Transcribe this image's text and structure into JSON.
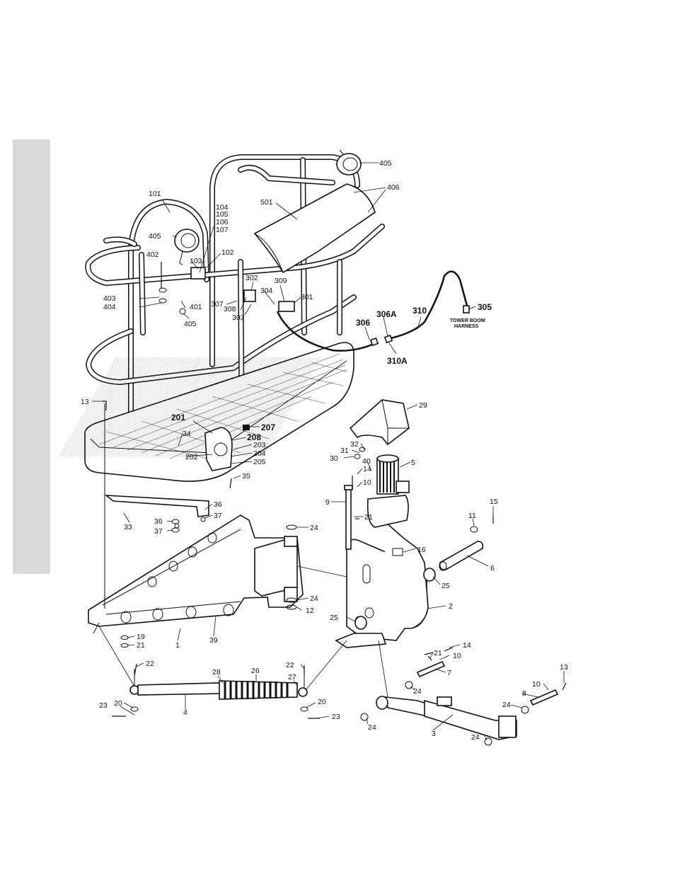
{
  "labels": [
    {
      "id": "405a",
      "text": "405"
    },
    {
      "id": "406",
      "text": "406"
    },
    {
      "id": "101",
      "text": "101"
    },
    {
      "id": "501",
      "text": "501"
    },
    {
      "id": "104",
      "text": "104"
    },
    {
      "id": "105",
      "text": "105"
    },
    {
      "id": "106",
      "text": "106"
    },
    {
      "id": "107",
      "text": "107"
    },
    {
      "id": "405b",
      "text": "405"
    },
    {
      "id": "102",
      "text": "102"
    },
    {
      "id": "402",
      "text": "402"
    },
    {
      "id": "103",
      "text": "103"
    },
    {
      "id": "302",
      "text": "302"
    },
    {
      "id": "309",
      "text": "309"
    },
    {
      "id": "305",
      "text": "305"
    },
    {
      "id": "304",
      "text": "304"
    },
    {
      "id": "301",
      "text": "301"
    },
    {
      "id": "403",
      "text": "403"
    },
    {
      "id": "401",
      "text": "401"
    },
    {
      "id": "307",
      "text": "307"
    },
    {
      "id": "308",
      "text": "308"
    },
    {
      "id": "404",
      "text": "404"
    },
    {
      "id": "306A",
      "text": "306A"
    },
    {
      "id": "310",
      "text": "310"
    },
    {
      "id": "303",
      "text": "303"
    },
    {
      "id": "405c",
      "text": "405"
    },
    {
      "id": "306",
      "text": "306"
    },
    {
      "id": "310A",
      "text": "310A"
    },
    {
      "id": "13a",
      "text": "13"
    },
    {
      "id": "29",
      "text": "29"
    },
    {
      "id": "201",
      "text": "201"
    },
    {
      "id": "207",
      "text": "207"
    },
    {
      "id": "34",
      "text": "34"
    },
    {
      "id": "208",
      "text": "208"
    },
    {
      "id": "32",
      "text": "32"
    },
    {
      "id": "203",
      "text": "203"
    },
    {
      "id": "31",
      "text": "31"
    },
    {
      "id": "202",
      "text": "202"
    },
    {
      "id": "204",
      "text": "204"
    },
    {
      "id": "30",
      "text": "30"
    },
    {
      "id": "40",
      "text": "40"
    },
    {
      "id": "5",
      "text": "5"
    },
    {
      "id": "205",
      "text": "205"
    },
    {
      "id": "14a",
      "text": "14"
    },
    {
      "id": "35",
      "text": "35"
    },
    {
      "id": "10a",
      "text": "10"
    },
    {
      "id": "9",
      "text": "9"
    },
    {
      "id": "15",
      "text": "15"
    },
    {
      "id": "36a",
      "text": "36"
    },
    {
      "id": "37a",
      "text": "37"
    },
    {
      "id": "11",
      "text": "11"
    },
    {
      "id": "21a",
      "text": "21"
    },
    {
      "id": "33",
      "text": "33"
    },
    {
      "id": "36b",
      "text": "36"
    },
    {
      "id": "24a",
      "text": "24"
    },
    {
      "id": "37b",
      "text": "37"
    },
    {
      "id": "16",
      "text": "16"
    },
    {
      "id": "6",
      "text": "6"
    },
    {
      "id": "25a",
      "text": "25"
    },
    {
      "id": "24b",
      "text": "24"
    },
    {
      "id": "2",
      "text": "2"
    },
    {
      "id": "12",
      "text": "12"
    },
    {
      "id": "25b",
      "text": "25"
    },
    {
      "id": "19",
      "text": "19"
    },
    {
      "id": "39",
      "text": "39"
    },
    {
      "id": "21b",
      "text": "21"
    },
    {
      "id": "1",
      "text": "1"
    },
    {
      "id": "14b",
      "text": "14"
    },
    {
      "id": "21c",
      "text": "21"
    },
    {
      "id": "10b",
      "text": "10"
    },
    {
      "id": "22a",
      "text": "22"
    },
    {
      "id": "22b",
      "text": "22"
    },
    {
      "id": "13b",
      "text": "13"
    },
    {
      "id": "28",
      "text": "28"
    },
    {
      "id": "26",
      "text": "26"
    },
    {
      "id": "7",
      "text": "7"
    },
    {
      "id": "27",
      "text": "27"
    },
    {
      "id": "10c",
      "text": "10"
    },
    {
      "id": "24c",
      "text": "24"
    },
    {
      "id": "8",
      "text": "8"
    },
    {
      "id": "20a",
      "text": "20"
    },
    {
      "id": "20b",
      "text": "20"
    },
    {
      "id": "23a",
      "text": "23"
    },
    {
      "id": "4",
      "text": "4"
    },
    {
      "id": "24d",
      "text": "24"
    },
    {
      "id": "23b",
      "text": "23"
    },
    {
      "id": "24e",
      "text": "24"
    },
    {
      "id": "3",
      "text": "3"
    },
    {
      "id": "24f",
      "text": "24"
    }
  ],
  "harness_label": [
    "TOWER BOOM",
    "HARNESS"
  ]
}
